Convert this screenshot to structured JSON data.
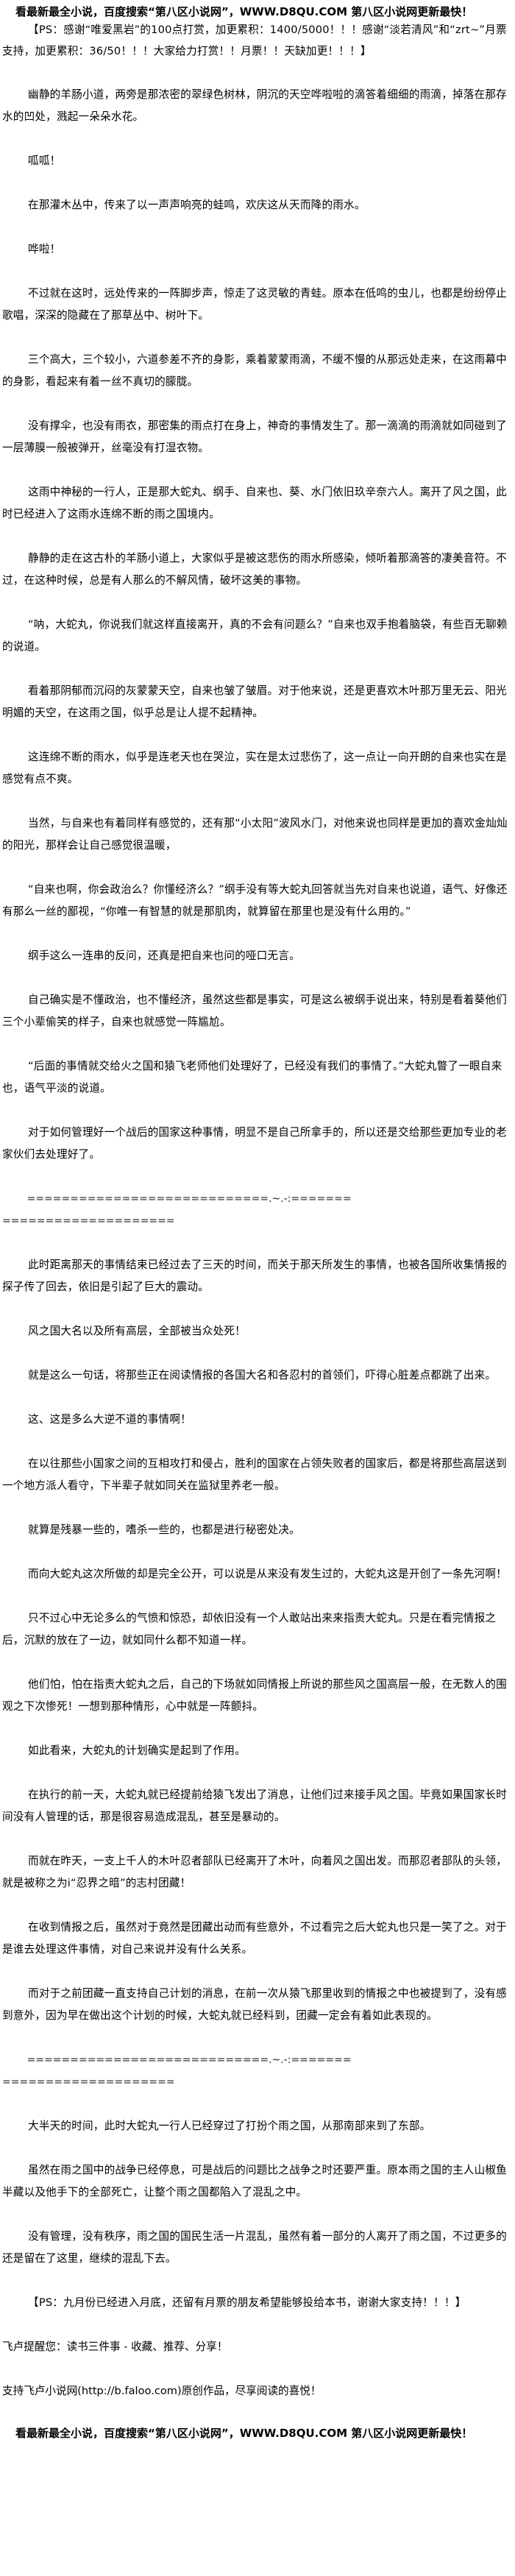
{
  "banner": "看最新最全小说，百度搜索“第八区小说网”，WWW.D8QU.COM 第八区小说网更新最快！",
  "paragraphs": [
    {
      "type": "para",
      "text": "【PS：感谢“唯爱黑岩”的100点打赏，加更累积：1400/5000！！！感谢“淡若清风”和“zrt~”月票支持，加更累积：36/50！！！大家给力打赏！！月票！！天缺加更！！！】"
    },
    {
      "type": "para",
      "text": "幽静的羊肠小道，两旁是那浓密的翠绿色树林，阴沉的天空哗啦啦的滴答着细细的雨滴，掉落在那存水的凹处，溅起一朵朵水花。"
    },
    {
      "type": "para",
      "text": "呱呱！"
    },
    {
      "type": "para",
      "text": "在那灌木丛中，传来了以一声声响亮的蛙鸣，欢庆这从天而降的雨水。"
    },
    {
      "type": "para",
      "text": "哗啦！"
    },
    {
      "type": "para",
      "text": "不过就在这时，远处传来的一阵脚步声，惊走了这灵敏的青蛙。原本在低鸣的虫儿，也都是纷纷停止歌唱，深深的隐藏在了那草丛中、树叶下。"
    },
    {
      "type": "para",
      "text": "三个高大，三个较小，六道参差不齐的身影，乘着蒙蒙雨滴，不缓不慢的从那远处走来，在这雨幕中的身影，看起来有着一丝不真切的朦胧。"
    },
    {
      "type": "para",
      "text": "没有撑伞，也没有雨衣，那密集的雨点打在身上，神奇的事情发生了。那一滴滴的雨滴就如同碰到了一层薄膜一般被弹开，丝毫没有打湿衣物。"
    },
    {
      "type": "para",
      "text": "这雨中神秘的一行人，正是那大蛇丸、纲手、自来也、葵、水门依旧玖辛奈六人。离开了风之国，此时已经进入了这雨水连绵不断的雨之国境内。"
    },
    {
      "type": "para",
      "text": "静静的走在这古朴的羊肠小道上，大家似乎是被这悲伤的雨水所感染，倾听着那滴答的凄美音符。不过，在这种时候，总是有人那么的不解风情，破坏这美的事物。"
    },
    {
      "type": "para",
      "text": "“呐，大蛇丸，你说我们就这样直接离开，真的不会有问题么？”自来也双手抱着脑袋，有些百无聊赖的说道。"
    },
    {
      "type": "para",
      "text": "看着那阴郁而沉闷的灰蒙蒙天空，自来也皱了皱眉。对于他来说，还是更喜欢木叶那万里无云、阳光明媚的天空，在这雨之国，似乎总是让人提不起精神。"
    },
    {
      "type": "para",
      "text": "这连绵不断的雨水，似乎是连老天也在哭泣，实在是太过悲伤了，这一点让一向开朗的自来也实在是感觉有点不爽。"
    },
    {
      "type": "para",
      "text": "当然，与自来也有着同样有感觉的，还有那“小太阳”波风水门，对他来说也同样是更加的喜欢金灿灿的阳光，那样会让自己感觉很温暖，"
    },
    {
      "type": "para",
      "text": "“自来也啊，你会政治么？你懂经济么？”纲手没有等大蛇丸回答就当先对自来也说道，语气、好像还有那么一丝的鄙视，“你唯一有智慧的就是那肌肉，就算留在那里也是没有什么用的。”"
    },
    {
      "type": "para",
      "text": "纲手这么一连串的反问，还真是把自来也问的哑口无言。"
    },
    {
      "type": "para",
      "text": "自己确实是不懂政治，也不懂经济，虽然这些都是事实，可是这么被纲手说出来，特别是看着葵他们三个小辈偷笑的样子，自来也就感觉一阵尴尬。"
    },
    {
      "type": "para",
      "text": "“后面的事情就交给火之国和猿飞老师他们处理好了，已经没有我们的事情了。”大蛇丸瞥了一眼自来也，语气平淡的说道。"
    },
    {
      "type": "para",
      "text": "对于如何管理好一个战后的国家这种事情，明显不是自己所拿手的，所以还是交给那些更加专业的老家伙们去处理好了。"
    },
    {
      "type": "sep",
      "text": "============================.~.-:======="
    },
    {
      "type": "sep2",
      "text": "===================="
    },
    {
      "type": "para",
      "text": "此时距离那天的事情结束已经过去了三天的时间，而关于那天所发生的事情，也被各国所收集情报的探子传了回去，依旧是引起了巨大的震动。"
    },
    {
      "type": "para",
      "text": "风之国大名以及所有高层，全部被当众处死！"
    },
    {
      "type": "para",
      "text": "就是这么一句话，将那些正在阅读情报的各国大名和各忍村的首领们，吓得心脏差点都跳了出来。"
    },
    {
      "type": "para",
      "text": "这、这是多么大逆不道的事情啊！"
    },
    {
      "type": "para",
      "text": "在以往那些小国家之间的互相攻打和侵占，胜利的国家在占领失败者的国家后，都是将那些高层送到一个地方派人看守，下半辈子就如同关在监狱里养老一般。"
    },
    {
      "type": "para",
      "text": "就算是残暴一些的，嗜杀一些的，也都是进行秘密处决。"
    },
    {
      "type": "para",
      "text": "而向大蛇丸这次所做的却是完全公开，可以说是从来没有发生过的，大蛇丸这是开创了一条先河啊！"
    },
    {
      "type": "para",
      "text": "只不过心中无论多么的气愤和惊恐，却依旧没有一个人敢站出来来指责大蛇丸。只是在看完情报之后，沉默的放在了一边，就如同什么都不知道一样。"
    },
    {
      "type": "para",
      "text": "他们怕，怕在指责大蛇丸之后，自己的下场就如同情报上所说的那些风之国高层一般，在无数人的围观之下次惨死！一想到那种情形，心中就是一阵颤抖。"
    },
    {
      "type": "para",
      "text": "如此看来，大蛇丸的计划确实是起到了作用。"
    },
    {
      "type": "para",
      "text": "在执行的前一天，大蛇丸就已经提前给猿飞发出了消息，让他们过来接手风之国。毕竟如果国家长时间没有人管理的话，那是很容易造成混乱，甚至是暴动的。"
    },
    {
      "type": "para",
      "text": "而就在昨天，一支上千人的木叶忍者部队已经离开了木叶，向着风之国出发。而那忍者部队的头领，就是被称之为i“忍界之暗”的志村团藏！"
    },
    {
      "type": "para",
      "text": "在收到情报之后，虽然对于竟然是团藏出动而有些意外，不过看完之后大蛇丸也只是一笑了之。对于是谁去处理这件事情，对自己来说并没有什么关系。"
    },
    {
      "type": "para",
      "text": "而对于之前团藏一直支持自己计划的消息，在前一次从猿飞那里收到的情报之中也被提到了，没有感到意外，因为早在做出这个计划的时候，大蛇丸就已经料到，团藏一定会有着如此表现的。"
    },
    {
      "type": "sep",
      "text": "============================.~.-:======="
    },
    {
      "type": "sep2",
      "text": "===================="
    },
    {
      "type": "para",
      "text": "大半天的时间，此时大蛇丸一行人已经穿过了打扮个雨之国，从那南部来到了东部。"
    },
    {
      "type": "para",
      "text": "虽然在雨之国中的战争已经停息，可是战后的问题比之战争之时还要严重。原本雨之国的主人山椒鱼半藏以及他手下的全部死亡，让整个雨之国都陷入了混乱之中。"
    },
    {
      "type": "para",
      "text": "没有管理，没有秩序，雨之国的国民生活一片混乱，虽然有着一部分的人离开了雨之国，不过更多的还是留在了这里，继续的混乱下去。"
    },
    {
      "type": "para",
      "text": "【PS：九月份已经进入月底，还留有月票的朋友希望能够投给本书，谢谢大家支持！！！】"
    },
    {
      "type": "note",
      "text": "飞卢提醒您：读书三件事 - 收藏、推荐、分享！"
    },
    {
      "type": "note",
      "text": "支持飞卢小说网(http://b.faloo.com)原创作品，尽享阅读的喜悦！"
    }
  ]
}
